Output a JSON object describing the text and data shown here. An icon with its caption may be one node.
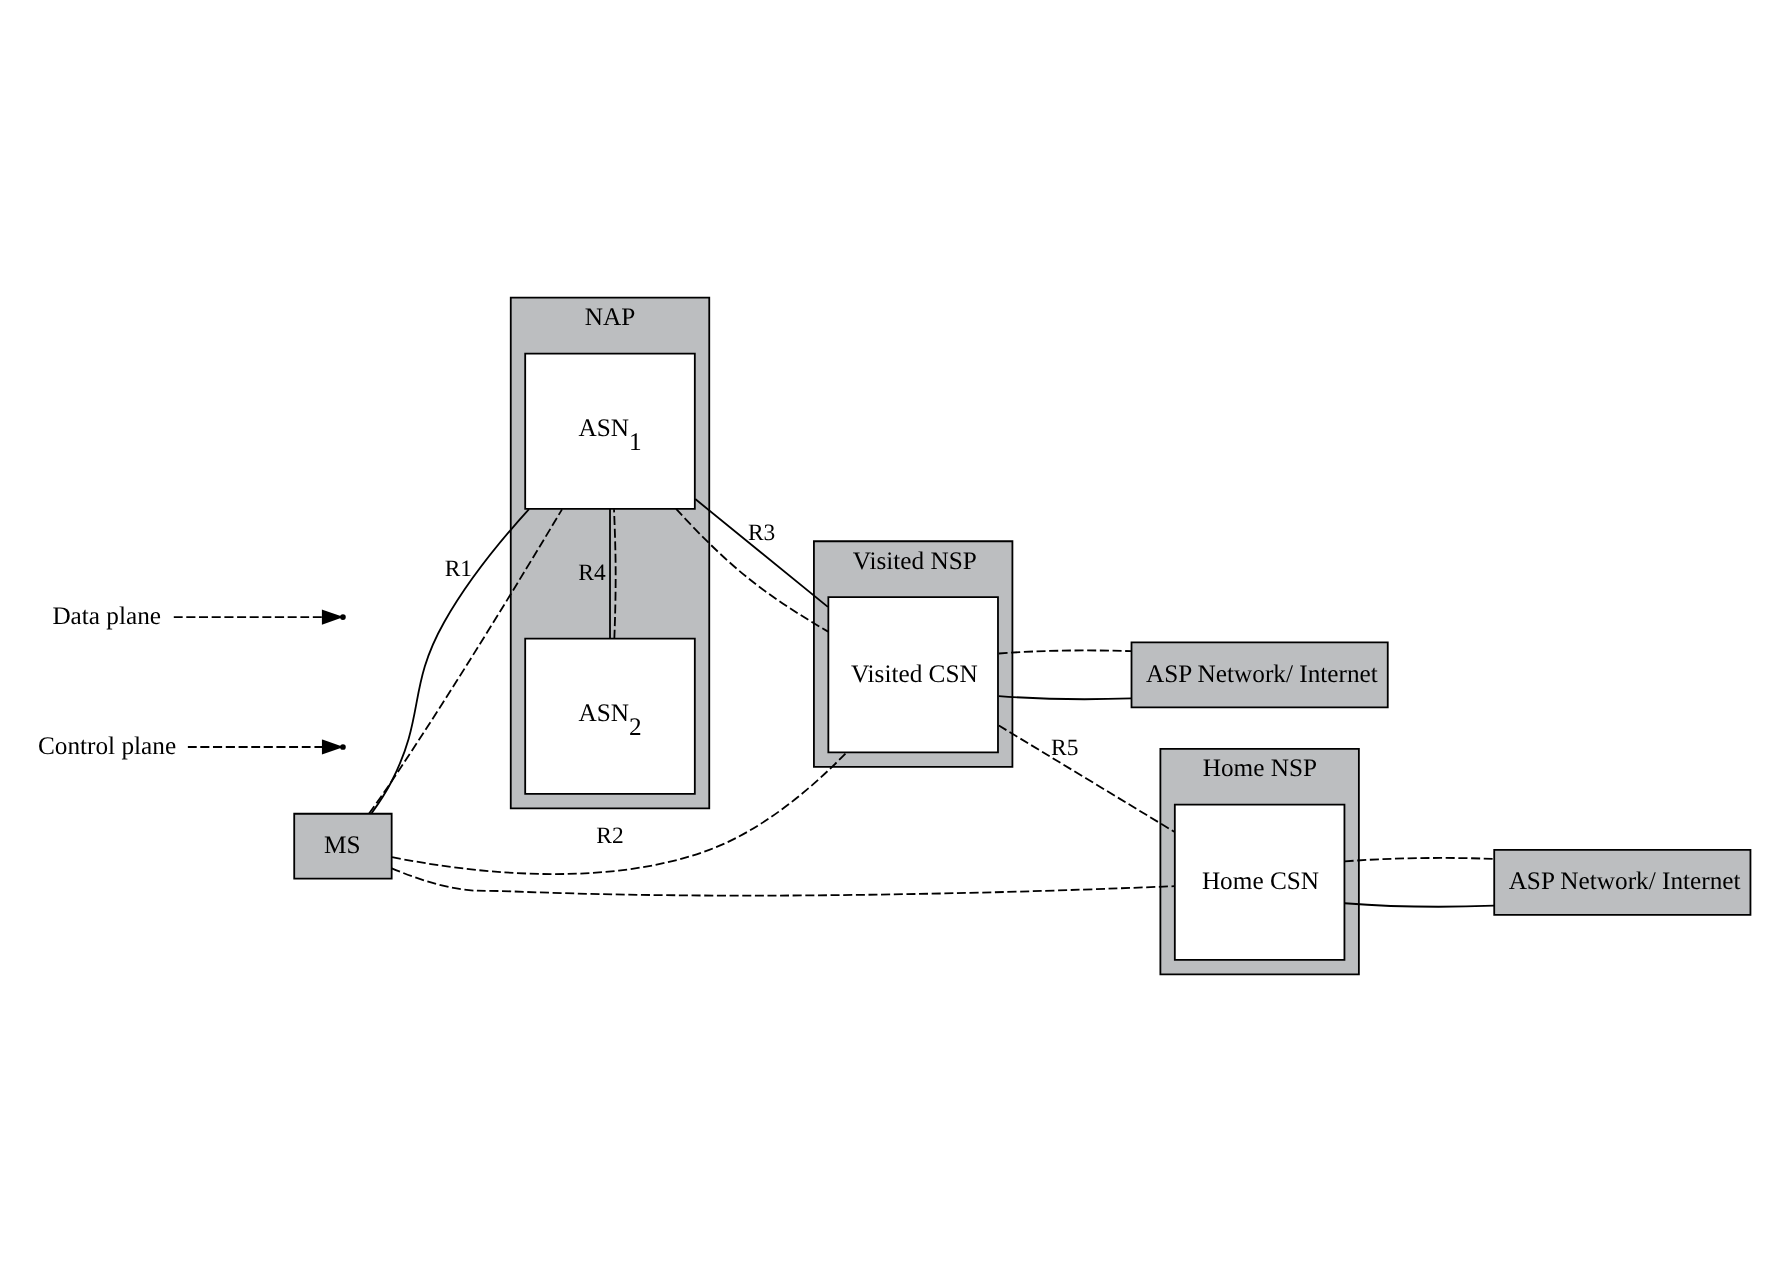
{
  "diagram": {
    "nodes": [
      {
        "text": [
          "NAP"
        ]
      },
      {
        "text": [
          "ASN$_{1}$"
        ],
        "in": 0
      },
      {
        "text": [
          "ASN$_{2}$"
        ],
        "in": 0
      },
      {
        "text": [
          "Visited NSP"
        ]
      },
      {
        "text": [
          "Visited CSN"
        ],
        "in": 3
      },
      {
        "text": [
          "Home NSP"
        ]
      },
      {
        "text": [
          "Home CSN"
        ],
        "in": 5
      },
      {
        "text": [
          "MS"
        ]
      },
      {
        "text": [
          "ASP Network/ Internet"
        ]
      },
      {
        "text": [
          "ASP Network/ Internet"
        ]
      },
      {
        "text": [
          "Control plane"
        ]
      },
      {
        "text": [
          "Data plane"
        ]
      }
    ],
    "edges": [
      {
        "from": 7,
        "to": 1,
        "arrow": "none",
        "label": "R1"
      },
      {
        "from": 7,
        "to": 1,
        "arrow": "none",
        "style": "dashed"
      },
      {
        "from": 7,
        "to": 4,
        "arrow": "none",
        "style": "dashed",
        "label": "R2"
      },
      {
        "from": 7,
        "to": 6,
        "arrow": "none",
        "style": "dashed"
      },
      {
        "from": 1,
        "to": 4,
        "arrow": "none",
        "label": "R3"
      },
      {
        "from": 1,
        "to": 4,
        "arrow": "none",
        "style": "dashed"
      },
      {
        "from": 4,
        "to": 6,
        "arrow": "none",
        "style": "dashed",
        "label": "R5"
      },
      {
        "from": 1,
        "to": 2,
        "arrow": "none",
        "label": "R4"
      },
      {
        "from": 1,
        "to": 2,
        "arrow": "none",
        "style": "dashed"
      },
      {
        "from": 4,
        "to": 8,
        "arrow": "none"
      },
      {
        "from": 4,
        "to": 8,
        "arrow": "none",
        "style": "dashed"
      },
      {
        "from": 6,
        "to": 9,
        "arrow": "none"
      },
      {
        "from": 6,
        "to": 9,
        "arrow": "none",
        "style": "dashed"
      },
      {
        "from": 10,
        "to": null,
        "arrow": "to",
        "style": "dashed"
      },
      {
        "from": 11,
        "to": null,
        "arrow": "to",
        "style": "dashed"
      }
    ]
  }
}
